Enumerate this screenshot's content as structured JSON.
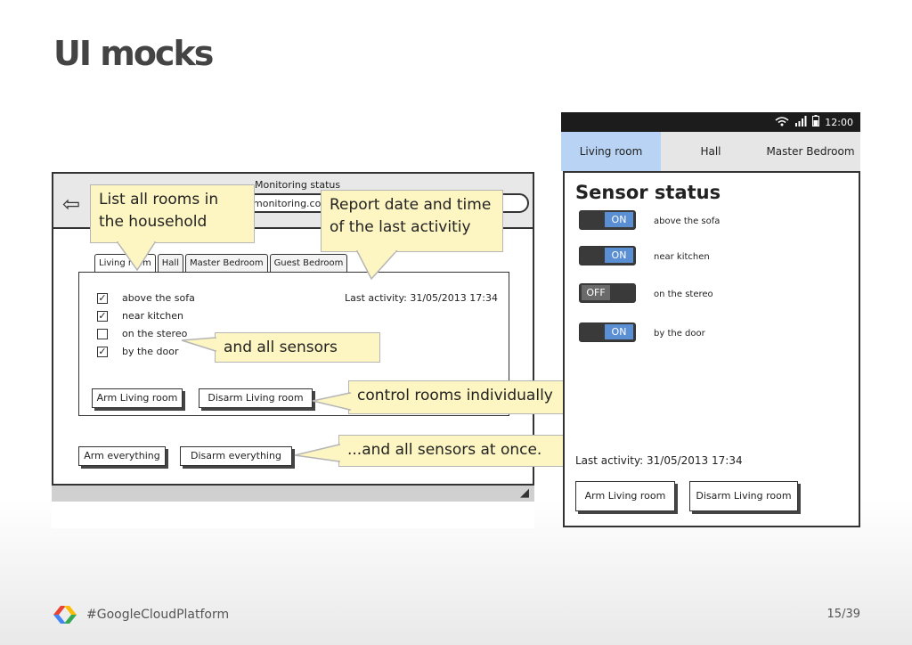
{
  "slide": {
    "title": "UI mocks"
  },
  "desktop_mock": {
    "window_title": "Monitoring status",
    "url": "monitoring.con",
    "tabs": [
      "Living room",
      "Hall",
      "Master Bedroom",
      "Guest Bedroom"
    ],
    "active_tab": "Living room",
    "sensors": [
      {
        "label": "above the sofa",
        "checked": true
      },
      {
        "label": "near kitchen",
        "checked": true
      },
      {
        "label": "on the stereo",
        "checked": false
      },
      {
        "label": "by the door",
        "checked": true
      }
    ],
    "last_activity": "Last activity: 31/05/2013 17:34",
    "arm_room": "Arm Living room",
    "disarm_room": "Disarm Living room",
    "arm_all": "Arm everything",
    "disarm_all": "Disarm everything",
    "icons": [
      "back-arrow-icon",
      "resize-handle-icon"
    ]
  },
  "callouts": {
    "rooms": "List all rooms in the household",
    "report": "Report date and time of the last activitiy",
    "sensors": "and all sensors",
    "control": "control rooms individually",
    "all_at_once": "...and all sensors at once."
  },
  "android_mock": {
    "time": "12:00",
    "tabs": [
      "Living room",
      "Hall",
      "Master Bedroom"
    ],
    "active_tab": "Living room",
    "heading": "Sensor status",
    "toggles": [
      {
        "state": "ON",
        "label": "above the sofa"
      },
      {
        "state": "ON",
        "label": "near kitchen"
      },
      {
        "state": "OFF",
        "label": "on the stereo"
      },
      {
        "state": "ON",
        "label": "by the door"
      }
    ],
    "last_activity": "Last activity: 31/05/2013 17:34",
    "arm_room": "Arm Living room",
    "disarm_room": "Disarm Living room",
    "icons": [
      "wifi-icon",
      "signal-icon",
      "battery-icon"
    ],
    "colors": {
      "active_tab": "#b8d3f3",
      "toggle_on": "#5b8fd4",
      "toggle_off": "#6a6a6a"
    }
  },
  "footer": {
    "hashtag": "#GoogleCloudPlatform",
    "page": "15/39"
  }
}
